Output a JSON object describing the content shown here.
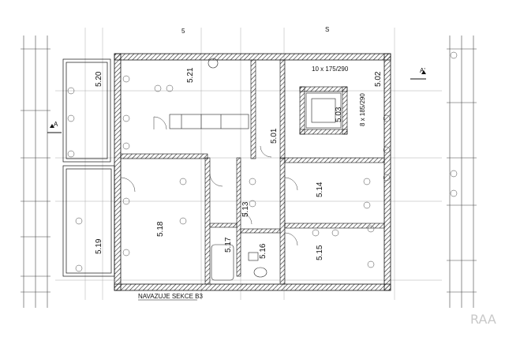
{
  "rooms": [
    {
      "id": "5.20",
      "label": "5.20"
    },
    {
      "id": "5.21",
      "label": "5.21"
    },
    {
      "id": "5.01",
      "label": "5.01"
    },
    {
      "id": "5.03",
      "label": "5.03"
    },
    {
      "id": "5.02",
      "label": "5.02"
    },
    {
      "id": "5.18",
      "label": "5.18"
    },
    {
      "id": "5.19",
      "label": "5.19"
    },
    {
      "id": "5.13",
      "label": "5.13"
    },
    {
      "id": "5.14",
      "label": "5.14"
    },
    {
      "id": "5.15",
      "label": "5.15"
    },
    {
      "id": "5.16",
      "label": "5.16"
    },
    {
      "id": "5.17",
      "label": "5.17"
    }
  ],
  "annotations": {
    "window_top": "10 x 175/290",
    "window_right": "8 x 185/290",
    "section_mark": "A",
    "section_mark_right": "A'",
    "footer_note": "NAVAZUJE SEKCE B3",
    "top_letter": "5",
    "top_right_code": "S"
  },
  "watermark": "RAA"
}
